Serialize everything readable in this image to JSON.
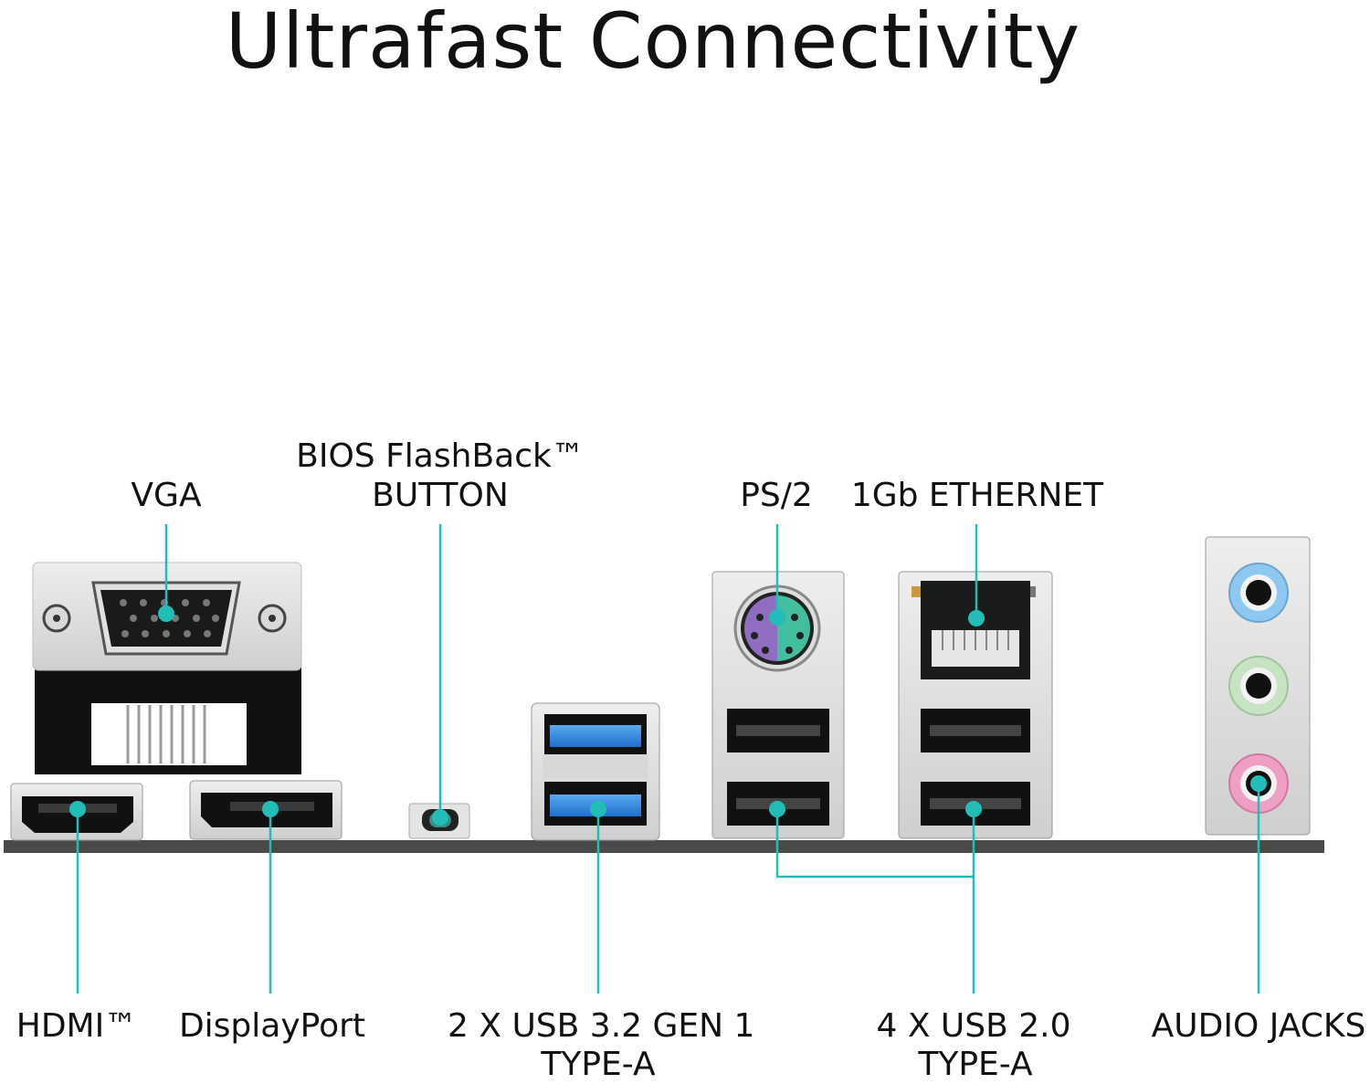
{
  "title": "Ultrafast Connectivity",
  "accent_color": "#23bdb8",
  "labels_top": {
    "vga": "VGA",
    "bios_line1": "BIOS FlashBack™",
    "bios_line2": "BUTTON",
    "ps2": "PS/2",
    "ethernet": "1Gb ETHERNET"
  },
  "labels_bottom": {
    "hdmi": "HDMI™",
    "displayport": "DisplayPort",
    "usb32_line1": "2 X USB 3.2 GEN 1",
    "usb32_line2": "TYPE-A",
    "usb20_line1": "4 X USB 2.0",
    "usb20_line2": "TYPE-A",
    "audio": "AUDIO JACKS"
  }
}
